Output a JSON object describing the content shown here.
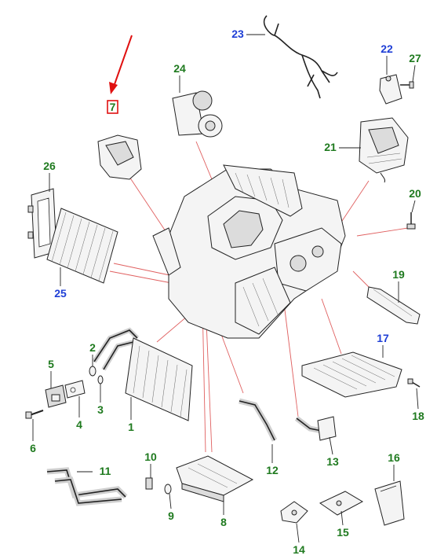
{
  "colors": {
    "label_green": "#1f7a1f",
    "label_blue": "#1f3fd6",
    "leader_red": "#e06060",
    "highlight_red": "#e01010"
  },
  "labels": {
    "l1": "1",
    "l2": "2",
    "l3": "3",
    "l4": "4",
    "l5": "5",
    "l6": "6",
    "l7": "7",
    "l8": "8",
    "l9": "9",
    "l10": "10",
    "l11": "11",
    "l12": "12",
    "l13": "13",
    "l14": "14",
    "l15": "15",
    "l16": "16",
    "l17": "17",
    "l18": "18",
    "l19": "19",
    "l20": "20",
    "l21": "21",
    "l22": "22",
    "l23": "23",
    "l24": "24",
    "l25": "25",
    "l26": "26",
    "l27": "27"
  },
  "highlighted_part": "7"
}
